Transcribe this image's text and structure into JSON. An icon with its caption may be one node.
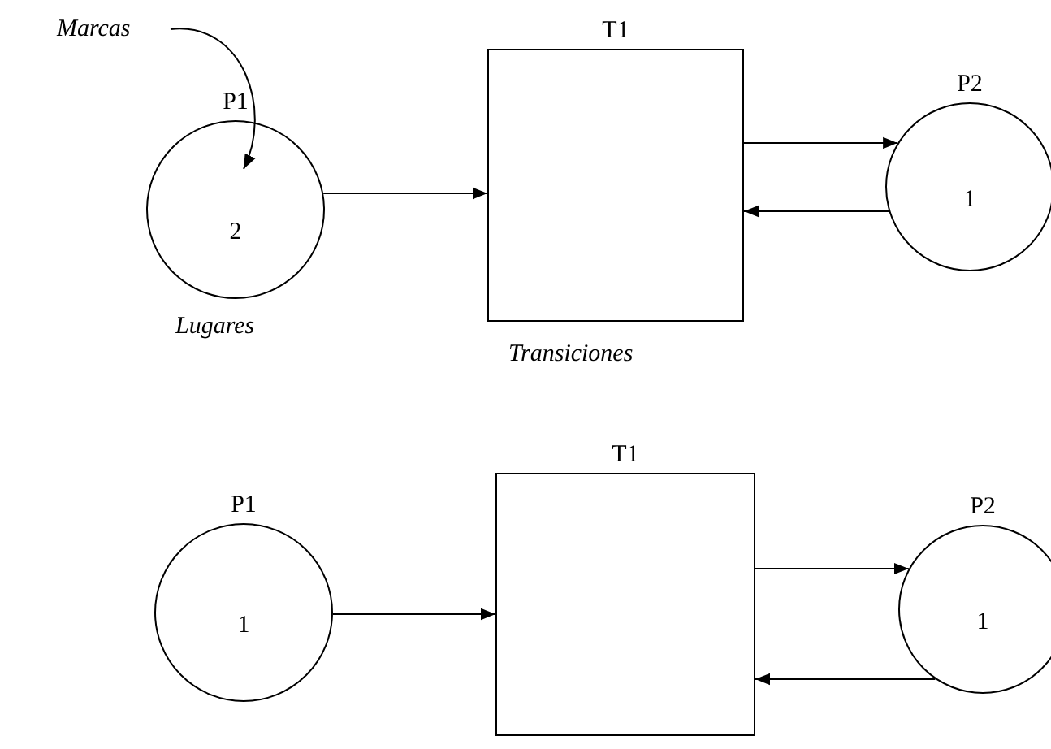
{
  "diagram": {
    "nodes": [
      {
        "text": [
          "Marcas"
        ]
      },
      {
        "text": [
          "P1",
          "2"
        ]
      },
      {
        "text": [
          "T1"
        ]
      },
      {
        "text": [
          "P2",
          "1"
        ]
      },
      {
        "text": [
          "P1",
          "1"
        ]
      },
      {
        "text": [
          "T1"
        ]
      },
      {
        "text": [
          "P2",
          "1"
        ]
      }
    ],
    "edges": [
      {
        "from": 0,
        "to": 1,
        "arrow": "to"
      },
      {
        "from": 1,
        "to": 2,
        "arrow": "to"
      },
      {
        "from": 2,
        "to": 3,
        "arrow": "to"
      },
      {
        "from": 3,
        "to": 2,
        "arrow": "to"
      },
      {
        "from": 4,
        "to": 5,
        "arrow": "to"
      },
      {
        "from": 5,
        "to": 6,
        "arrow": "to"
      },
      {
        "from": 6,
        "to": 5,
        "arrow": "to"
      }
    ],
    "labels": [
      "Lugares",
      "Transiciones"
    ]
  }
}
